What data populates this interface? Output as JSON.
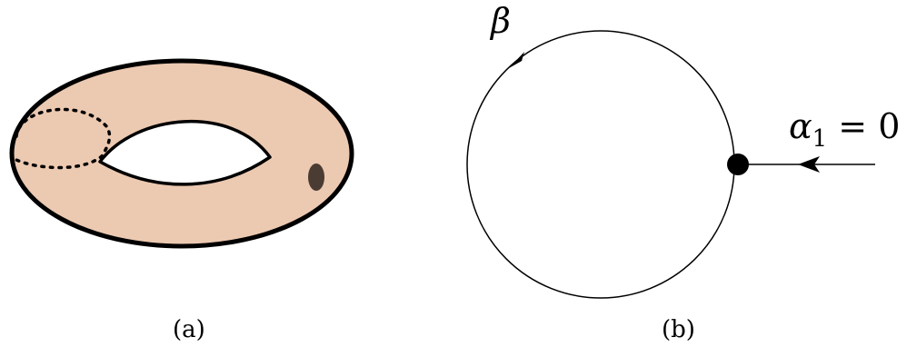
{
  "panels": [
    {
      "caption": "(a)",
      "surface_color": "#ecc9b1",
      "outline_color": "#000000",
      "puncture_color": "#4a3b33"
    },
    {
      "caption": "(b)",
      "loop_label": "β",
      "point_label_var": "α",
      "point_label_sub": "1",
      "point_label_rest": " = 0",
      "line_color": "#000000"
    }
  ]
}
